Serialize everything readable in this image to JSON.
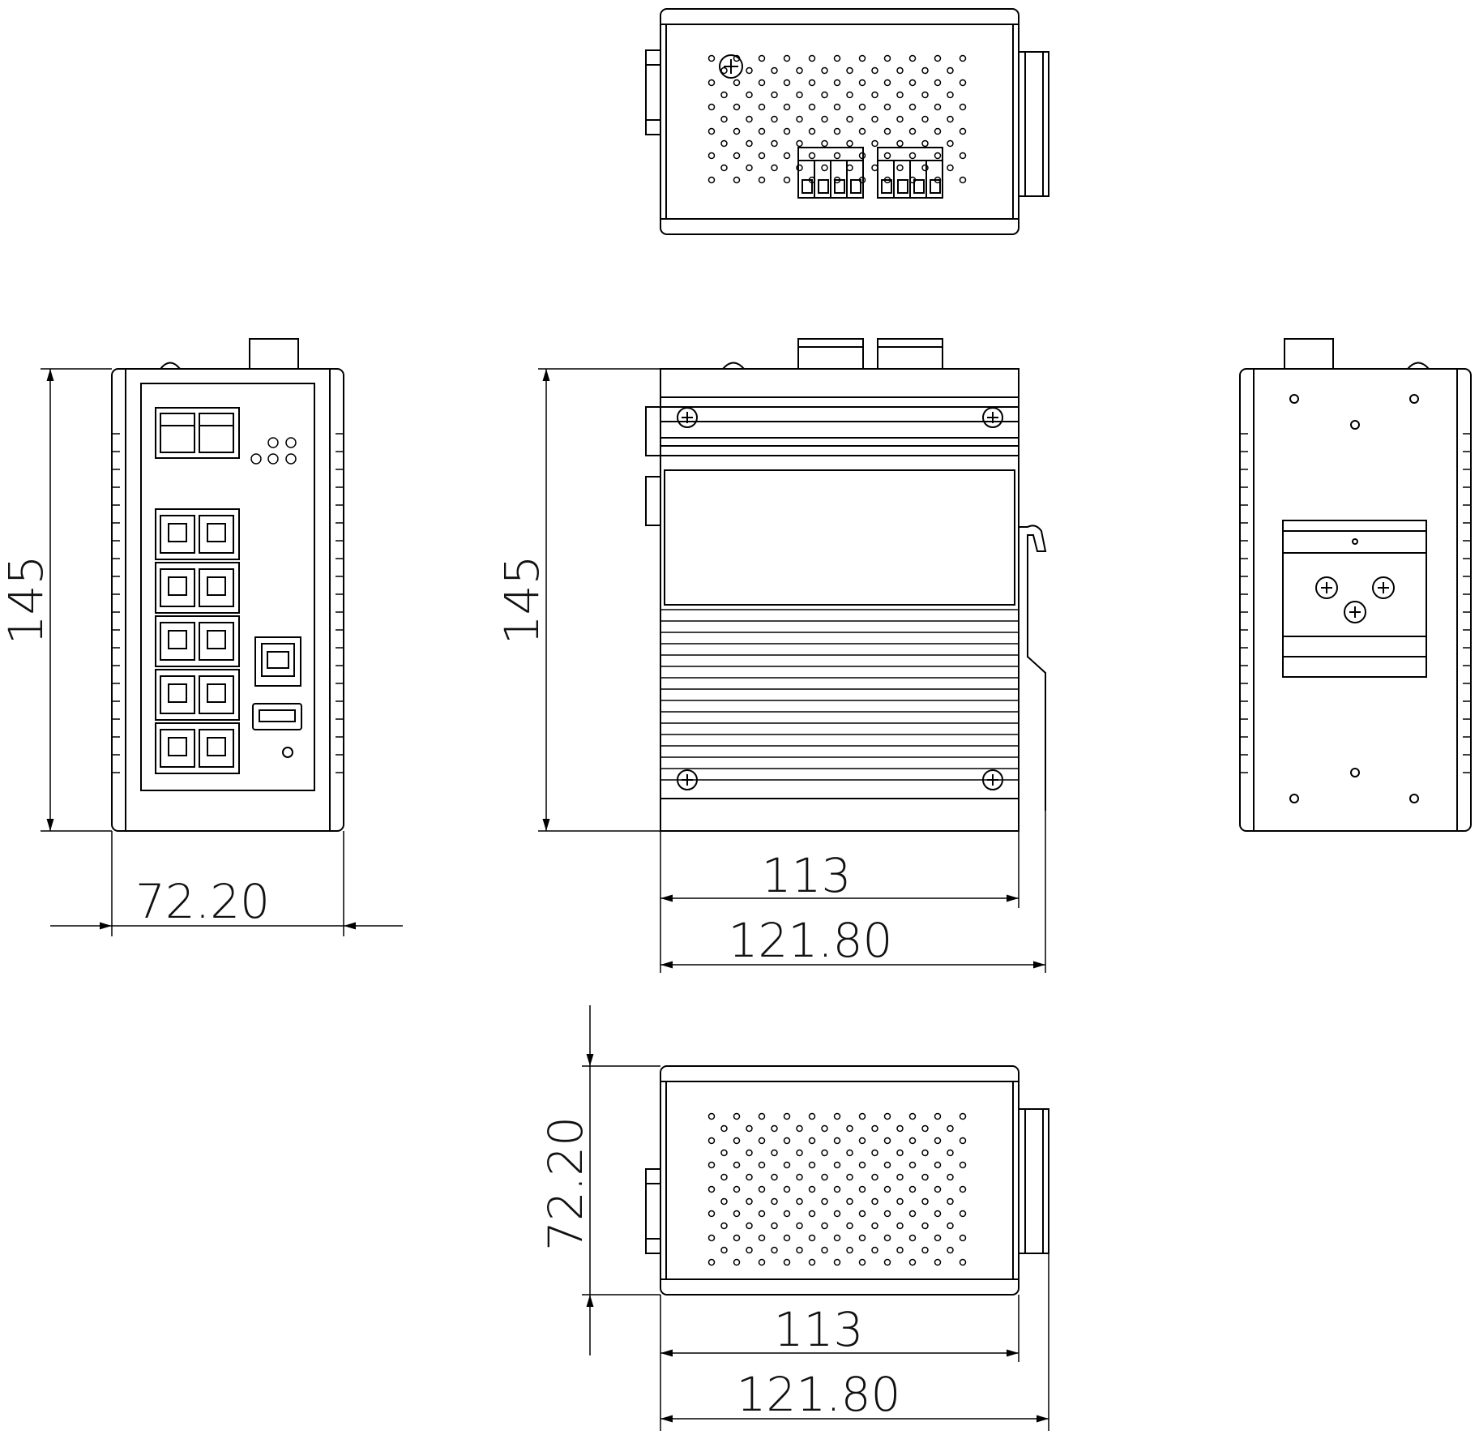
{
  "drawing": {
    "views": [
      {
        "id": "front",
        "label": ""
      },
      {
        "id": "side",
        "label": ""
      },
      {
        "id": "rear",
        "label": ""
      },
      {
        "id": "top",
        "label": ""
      },
      {
        "id": "bottom",
        "label": ""
      }
    ],
    "dimensions": {
      "front_height": "145",
      "front_width": "72.20",
      "side_height": "145",
      "side_width_inner": "113",
      "side_width_outer": "121.80",
      "bottom_depth": "72.20",
      "bottom_width_inner": "113",
      "bottom_width_outer": "121.80"
    },
    "line_color": "#000000",
    "background": "#ffffff"
  }
}
